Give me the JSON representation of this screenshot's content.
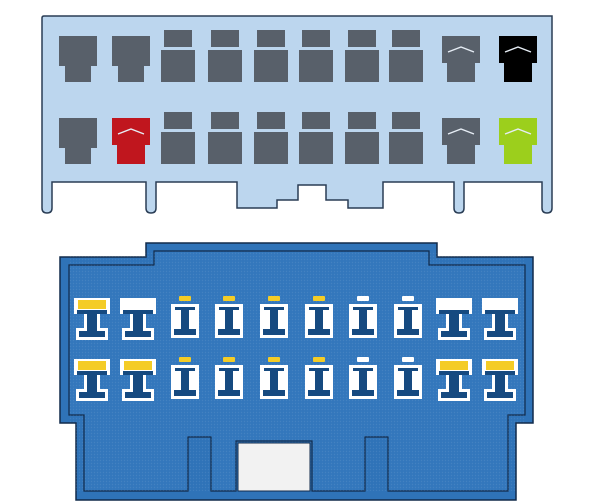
{
  "colors": {
    "background": "#ffffff",
    "housing_fill": "#bcd6ee",
    "housing_stroke": "#2a3d55",
    "cavity_grey": "#58606a",
    "cavity_grey_dark": "#4b525b",
    "cavity_black": "#000000",
    "cavity_red": "#c0161e",
    "cavity_green": "#9ccf1c",
    "connector_outer": "#2f73b8",
    "connector_outer_light": "#4f8ccc",
    "connector_inner": "#3377bc",
    "connector_stroke": "#112a4a",
    "terminal_body": "#164a80",
    "terminal_pad_white": "#ffffff",
    "terminal_pad_yellow": "#f4cc26",
    "key_slot": "#f2f2f2"
  },
  "top_connector": {
    "row1": [
      {
        "style": "plain-large",
        "color": "grey"
      },
      {
        "style": "plain-large",
        "color": "grey"
      },
      {
        "style": "stepped",
        "color": "grey"
      },
      {
        "style": "stepped",
        "color": "grey"
      },
      {
        "style": "stepped",
        "color": "grey"
      },
      {
        "style": "stepped",
        "color": "grey"
      },
      {
        "style": "stepped",
        "color": "grey"
      },
      {
        "style": "stepped",
        "color": "grey"
      },
      {
        "style": "notched",
        "color": "grey"
      },
      {
        "style": "notched",
        "color": "black"
      }
    ],
    "row2": [
      {
        "style": "plain-large",
        "color": "grey"
      },
      {
        "style": "notched",
        "color": "red"
      },
      {
        "style": "stepped",
        "color": "grey"
      },
      {
        "style": "stepped",
        "color": "grey"
      },
      {
        "style": "stepped",
        "color": "grey"
      },
      {
        "style": "stepped",
        "color": "grey"
      },
      {
        "style": "stepped",
        "color": "grey"
      },
      {
        "style": "stepped",
        "color": "grey"
      },
      {
        "style": "notched",
        "color": "grey"
      },
      {
        "style": "notched",
        "color": "green"
      }
    ]
  },
  "bottom_connector": {
    "row1": [
      {
        "size": "large",
        "pad": "yellow"
      },
      {
        "size": "large",
        "pad": "white"
      },
      {
        "size": "small",
        "pad": "yellow"
      },
      {
        "size": "small",
        "pad": "yellow"
      },
      {
        "size": "small",
        "pad": "yellow"
      },
      {
        "size": "small",
        "pad": "yellow"
      },
      {
        "size": "small",
        "pad": "white"
      },
      {
        "size": "small",
        "pad": "white"
      },
      {
        "size": "large",
        "pad": "white"
      },
      {
        "size": "large",
        "pad": "white"
      }
    ],
    "row2": [
      {
        "size": "large",
        "pad": "yellow"
      },
      {
        "size": "large",
        "pad": "yellow"
      },
      {
        "size": "small",
        "pad": "yellow"
      },
      {
        "size": "small",
        "pad": "yellow"
      },
      {
        "size": "small",
        "pad": "yellow"
      },
      {
        "size": "small",
        "pad": "yellow"
      },
      {
        "size": "small",
        "pad": "white"
      },
      {
        "size": "small",
        "pad": "white"
      },
      {
        "size": "large",
        "pad": "yellow"
      },
      {
        "size": "large",
        "pad": "yellow"
      }
    ]
  }
}
